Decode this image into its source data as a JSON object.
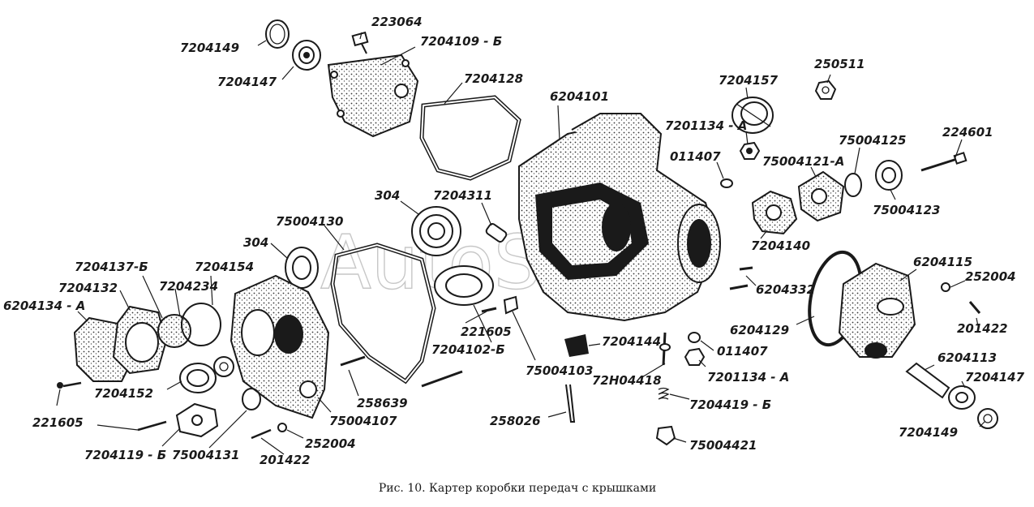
{
  "figure": {
    "caption": "Рис. 10. Картер коробки передач с крышками",
    "watermark": "AutoSoft"
  },
  "labels": [
    {
      "id": "223064",
      "text": "223064"
    },
    {
      "id": "7204149-top",
      "text": "7204149"
    },
    {
      "id": "7204109-b",
      "text": "7204109 - Б"
    },
    {
      "id": "7204147-top",
      "text": "7204147"
    },
    {
      "id": "7204128",
      "text": "7204128"
    },
    {
      "id": "6204101",
      "text": "6204101"
    },
    {
      "id": "7204157",
      "text": "7204157"
    },
    {
      "id": "250511",
      "text": "250511"
    },
    {
      "id": "7201134-a-top",
      "text": "7201134 - А"
    },
    {
      "id": "011407-top",
      "text": "011407"
    },
    {
      "id": "75004125",
      "text": "75004125"
    },
    {
      "id": "224601",
      "text": "224601"
    },
    {
      "id": "75004121-a",
      "text": "75004121-А"
    },
    {
      "id": "75004123",
      "text": "75004123"
    },
    {
      "id": "304-a",
      "text": "304"
    },
    {
      "id": "7204311",
      "text": "7204311"
    },
    {
      "id": "7204140",
      "text": "7204140"
    },
    {
      "id": "75004130",
      "text": "75004130"
    },
    {
      "id": "304-b",
      "text": "304"
    },
    {
      "id": "7204137-b",
      "text": "7204137-Б"
    },
    {
      "id": "7204154",
      "text": "7204154"
    },
    {
      "id": "7204132",
      "text": "7204132"
    },
    {
      "id": "7204234",
      "text": "7204234"
    },
    {
      "id": "6204134-a",
      "text": "6204134 - А"
    },
    {
      "id": "6204115",
      "text": "6204115"
    },
    {
      "id": "6204332",
      "text": "6204332"
    },
    {
      "id": "252004-right",
      "text": "252004"
    },
    {
      "id": "6204129",
      "text": "6204129"
    },
    {
      "id": "201422-right",
      "text": "201422"
    },
    {
      "id": "221605-mid",
      "text": "221605"
    },
    {
      "id": "7204102-b",
      "text": "7204102-Б"
    },
    {
      "id": "7204144",
      "text": "7204144"
    },
    {
      "id": "011407-bottom",
      "text": "011407"
    },
    {
      "id": "6204113",
      "text": "6204113"
    },
    {
      "id": "7204147-bottom",
      "text": "7204147"
    },
    {
      "id": "75004103",
      "text": "75004103"
    },
    {
      "id": "72h04418",
      "text": "72Н04418"
    },
    {
      "id": "7201134-a-bottom",
      "text": "7201134 - А"
    },
    {
      "id": "7204152",
      "text": "7204152"
    },
    {
      "id": "221605-left",
      "text": "221605"
    },
    {
      "id": "258639",
      "text": "258639"
    },
    {
      "id": "75004107",
      "text": "75004107"
    },
    {
      "id": "7204419-b",
      "text": "7204419 - Б"
    },
    {
      "id": "7204149-bottom",
      "text": "7204149"
    },
    {
      "id": "258026",
      "text": "258026"
    },
    {
      "id": "252004-bottom",
      "text": "252004"
    },
    {
      "id": "7204119-b",
      "text": "7204119 - Б"
    },
    {
      "id": "75004131",
      "text": "75004131"
    },
    {
      "id": "201422-bottom",
      "text": "201422"
    },
    {
      "id": "75004421",
      "text": "75004421"
    }
  ]
}
